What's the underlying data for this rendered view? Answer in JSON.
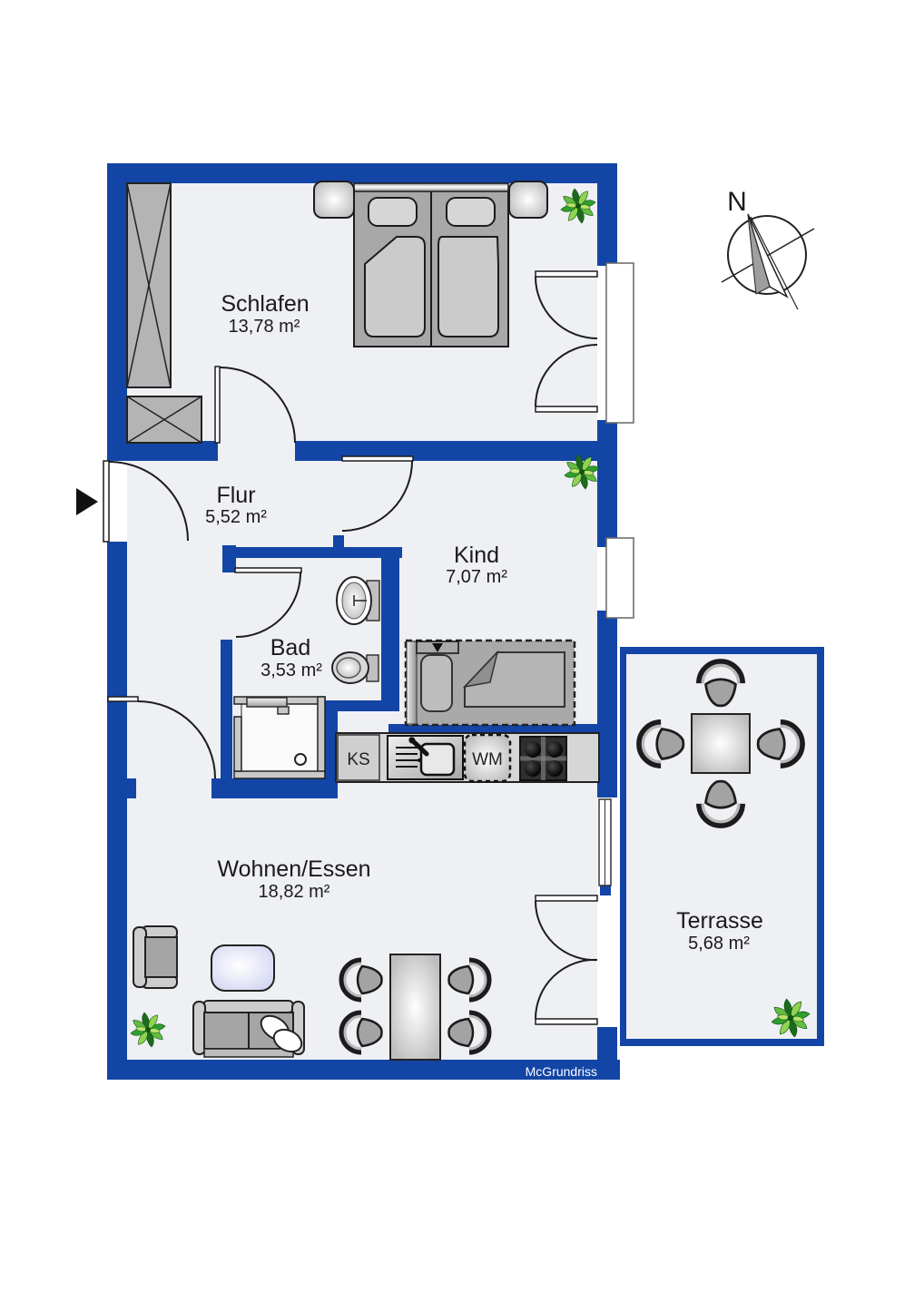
{
  "plan": {
    "watermark": "McGrundriss",
    "compass": {
      "north_label": "N"
    },
    "wall_color": "#1345a6",
    "floor_color": "#eef0f4",
    "rooms": [
      {
        "name": "Schlafen",
        "area": "13,78 m²"
      },
      {
        "name": "Flur",
        "area": "5,52 m²"
      },
      {
        "name": "Kind",
        "area": "7,07 m²"
      },
      {
        "name": "Bad",
        "area": "3,53 m²"
      },
      {
        "name": "Wohnen/Essen",
        "area": "18,82 m²"
      },
      {
        "name": "Terrasse",
        "area": "5,68 m²"
      }
    ],
    "kitchen": {
      "fridge": "KS",
      "washing_machine": "WM"
    }
  }
}
